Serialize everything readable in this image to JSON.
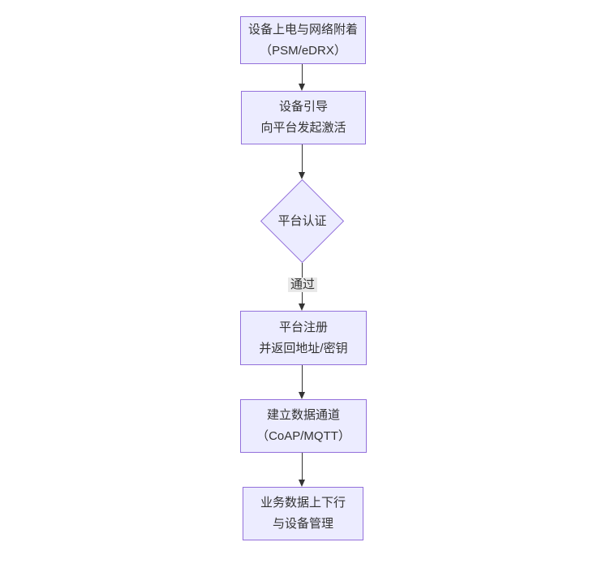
{
  "diagram": {
    "type": "flowchart-top-down",
    "colors": {
      "background": "#ffffff",
      "node_fill": "#ECECFF",
      "node_border": "#9370DB",
      "text_color": "#333333",
      "arrow_color": "#333333",
      "edge_label_bg": "#e8e8e8"
    },
    "nodes": [
      {
        "id": "power-attach",
        "type": "rect",
        "lines": [
          "设备上电与网络附着",
          "（PSM/eDRX）"
        ]
      },
      {
        "id": "bootstrap",
        "type": "rect",
        "lines": [
          "设备引导",
          "向平台发起激活"
        ]
      },
      {
        "id": "platform-auth",
        "type": "diamond",
        "lines": [
          "平台认证"
        ]
      },
      {
        "id": "register",
        "type": "rect",
        "lines": [
          "平台注册",
          "并返回地址/密钥"
        ]
      },
      {
        "id": "data-channel",
        "type": "rect",
        "lines": [
          "建立数据通道",
          "（CoAP/MQTT）"
        ]
      },
      {
        "id": "business-mgmt",
        "type": "rect",
        "lines": [
          "业务数据上下行",
          "与设备管理"
        ]
      }
    ],
    "edges": [
      {
        "from": "power-attach",
        "to": "bootstrap",
        "label": ""
      },
      {
        "from": "bootstrap",
        "to": "platform-auth",
        "label": ""
      },
      {
        "from": "platform-auth",
        "to": "register",
        "label": "通过"
      },
      {
        "from": "register",
        "to": "data-channel",
        "label": ""
      },
      {
        "from": "data-channel",
        "to": "business-mgmt",
        "label": ""
      }
    ]
  }
}
